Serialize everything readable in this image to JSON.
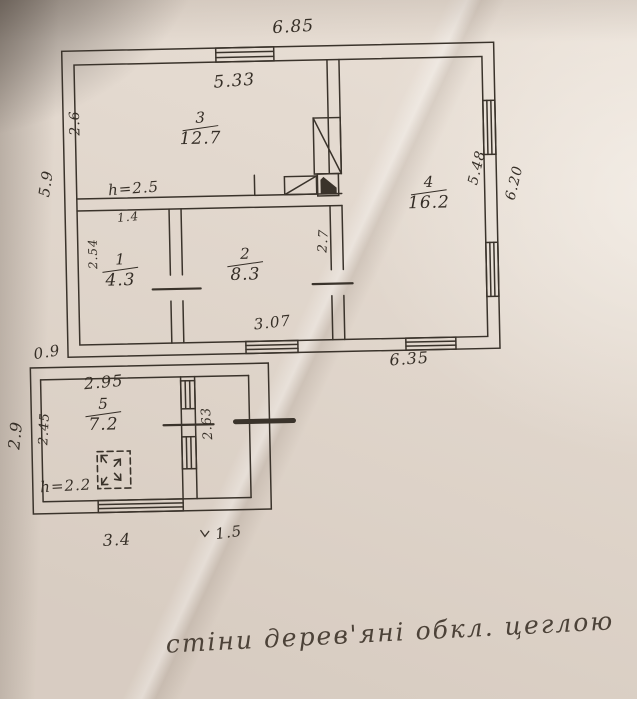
{
  "document": {
    "type": "hand-drawn floor plan photo",
    "note": "стіни дерев'яні обкл. цеглою"
  },
  "colors": {
    "paper": "#e3d9cf",
    "ink": "#3a332b",
    "shadow_corner": "#6b6159"
  },
  "rooms": [
    {
      "number": "3",
      "area": "12.7"
    },
    {
      "number": "4",
      "area": "16.2"
    },
    {
      "number": "1",
      "area": "4.3"
    },
    {
      "number": "2",
      "area": "8.3"
    },
    {
      "number": "5",
      "area": "7.2"
    }
  ],
  "heights": {
    "main": "h=2.5",
    "annex": "h=2.2"
  },
  "dims": {
    "top_outer": "6.85",
    "top_inner": "5.33",
    "left_inner": "2.6",
    "left_outer": "5.9",
    "right_inner": "5.48",
    "right_outer": "6.20",
    "room1_top": "1.4",
    "room1_left": "2.54",
    "room2_right": "2.7",
    "room2_bottom": "3.07",
    "bottom_outer": "6.35",
    "annex_offset": "0.9",
    "room5_top": "2.95",
    "annex_left_outer": "2.9",
    "room5_left": "2.45",
    "corridor": "2.63",
    "annex_bottom": "3.4",
    "porch_bottom": "1.5"
  }
}
